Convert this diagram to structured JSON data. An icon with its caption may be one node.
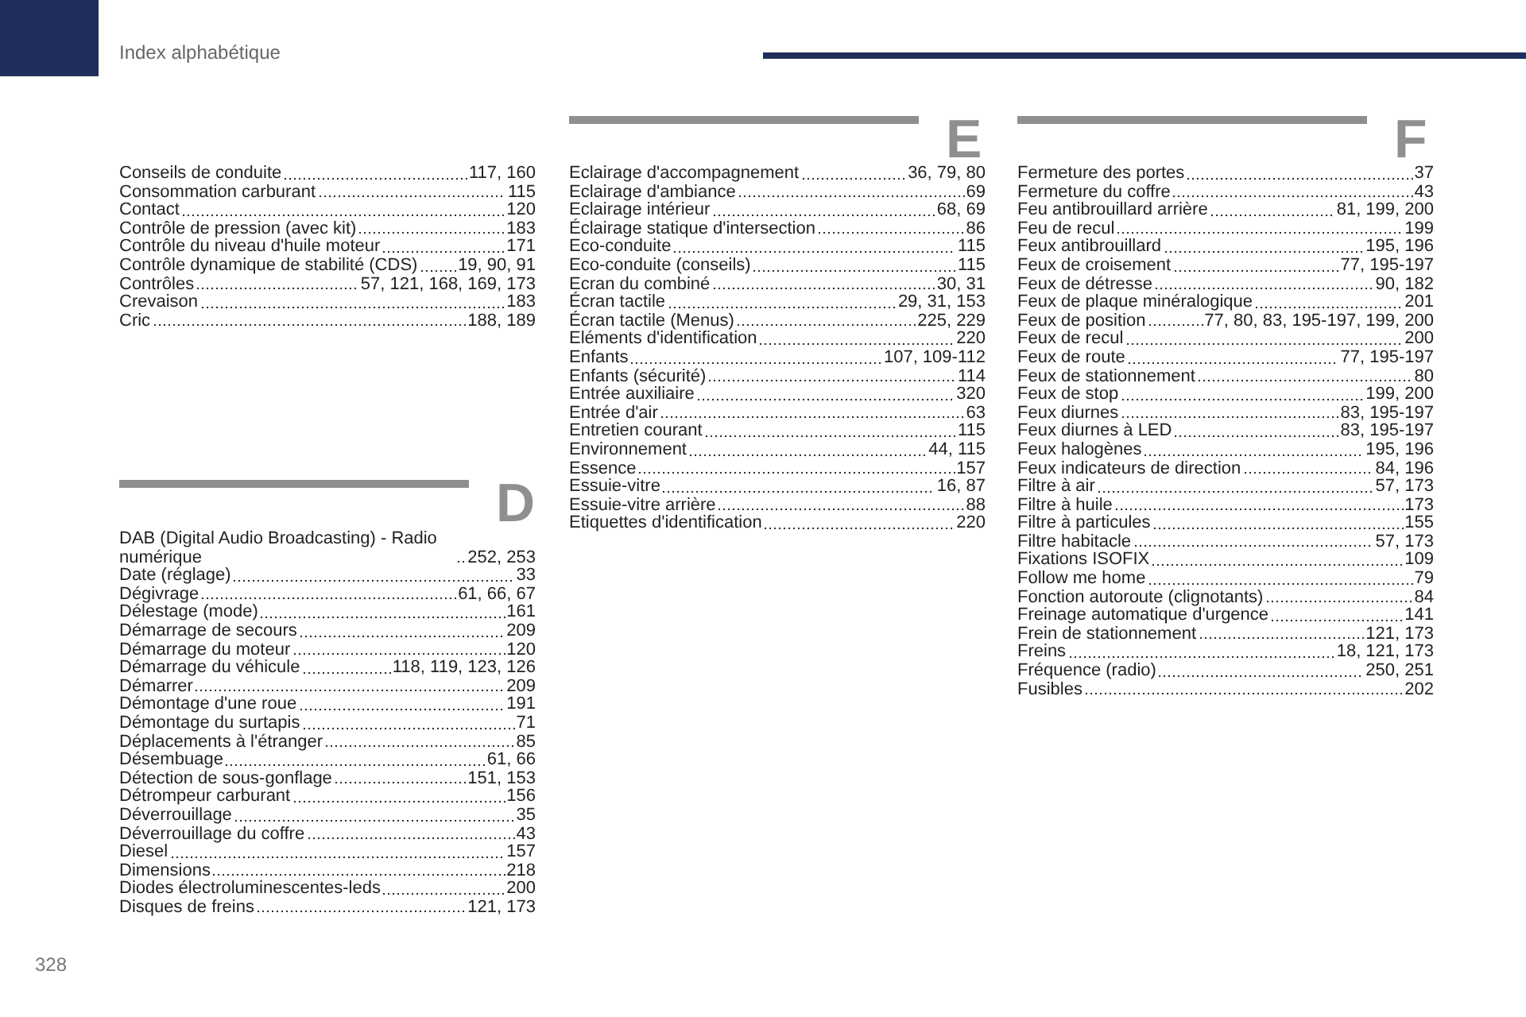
{
  "diagram": {
    "title": "Index alphabétique",
    "labels": [
      "Conseils de conduite",
      "117, 160",
      "Consommation carburant",
      "115",
      "Contact",
      "120",
      "Contrôle de pression (avec kit)",
      "183",
      "Contrôle du niveau d'huile moteur",
      "171",
      "Contrôle dynamique de stabilité (CDS)",
      "19, 90, 91",
      "Contrôles",
      "57, 121, 168, 169, 173",
      "Crevaison",
      "183",
      "Cric",
      "188, 189",
      "D",
      "DAB (Digital Audio Broadcasting) - Radio numérique",
      "252, 253",
      "Date (réglage)",
      "33",
      "Dégivrage",
      "61, 66, 67",
      "Délestage (mode)",
      "161",
      "Démarrage de secours",
      "209",
      "Démarrage du moteur",
      "120",
      "Démarrage du véhicule",
      "118, 119, 123, 126",
      "Démarrer",
      "209",
      "Démontage d'une roue",
      "191",
      "Démontage du surtapis",
      "71",
      "Déplacements à l'étranger",
      "85",
      "Désembuage",
      "61, 66",
      "Détection de sous-gonflage",
      "151, 153",
      "Détrompeur carburant",
      "156",
      "Déverrouillage",
      "35",
      "Déverrouillage du coffre",
      "43",
      "Diesel",
      "157",
      "Dimensions",
      "218",
      "Diodes électroluminescentes-leds",
      "200",
      "Disques de freins",
      "121, 173",
      "E",
      "Eclairage d'accompagnement",
      "36, 79, 80",
      "Eclairage d'ambiance",
      "69",
      "Eclairage intérieur",
      "68, 69",
      "Éclairage statique d'intersection",
      "86",
      "Eco-conduite",
      "115",
      "Eco-conduite (conseils)",
      "115",
      "Ecran du combiné",
      "30, 31",
      "Écran tactile",
      "29, 31, 153",
      "Écran tactile (Menus)",
      "225, 229",
      "Eléments d'identification",
      "220",
      "Enfants",
      "107, 109-112",
      "Enfants (sécurité)",
      "114",
      "Entrée auxiliaire",
      "320",
      "Entrée d'air",
      "63",
      "Entretien courant",
      "115",
      "Environnement",
      "44, 115",
      "Essence",
      "157",
      "Essuie-vitre",
      "16, 87",
      "Essuie-vitre arrière",
      "88",
      "Etiquettes d'identification",
      "220",
      "F",
      "Fermeture des portes",
      "37",
      "Fermeture du coffre",
      "43",
      "Feu antibrouillard arrière",
      "81, 199, 200",
      "Feu de recul",
      "199",
      "Feux antibrouillard",
      "195, 196",
      "Feux de croisement",
      "77, 195-197",
      "Feux de détresse",
      "90, 182",
      "Feux de plaque minéralogique",
      "201",
      "Feux de position",
      "77, 80, 83, 195-197, 199, 200",
      "Feux de recul",
      "200",
      "Feux de route",
      "77, 195-197",
      "Feux de stationnement",
      "80",
      "Feux de stop",
      "199, 200",
      "Feux diurnes",
      "83, 195-197",
      "Feux diurnes à LED",
      "83, 195-197",
      "Feux halogènes",
      "195, 196",
      "Feux indicateurs de direction",
      "84, 196",
      "Filtre à air",
      "57, 173",
      "Filtre à huile",
      "173",
      "Filtre à particules",
      "155",
      "Filtre habitacle",
      "57, 173",
      "Fixations ISOFIX",
      "109",
      "Follow me home",
      "79",
      "Fonction autoroute (clignotants)",
      "84",
      "Freinage automatique d'urgence",
      "141",
      "Frein de stationnement",
      "121, 173",
      "Freins",
      "18, 121, 173",
      "Fréquence (radio)",
      "250, 251",
      "Fusibles",
      "202",
      "328"
    ]
  }
}
